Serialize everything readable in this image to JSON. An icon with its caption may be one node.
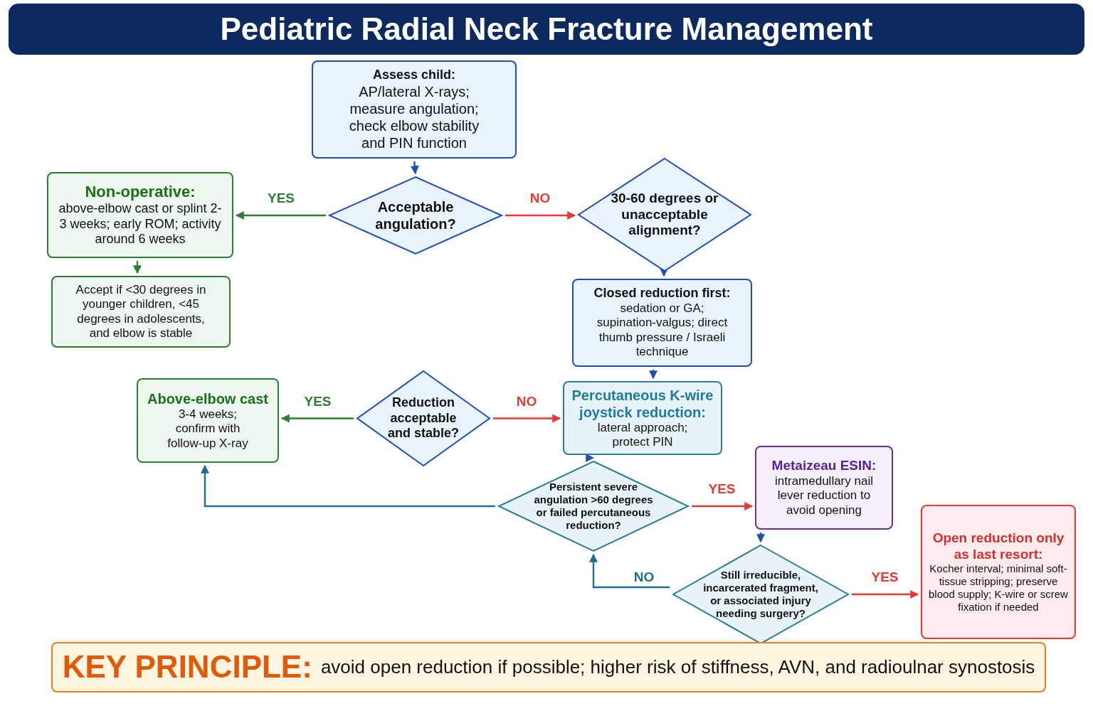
{
  "diagram": {
    "title": "Pediatric Radial Neck Fracture Management",
    "nodes": [
      {
        "text": [
          "Assess child:",
          "AP/lateral X-rays; measure angulation; check elbow stability and PIN function"
        ]
      },
      {
        "text": [
          "Acceptable angulation?"
        ]
      },
      {
        "text": [
          "Non-operative:",
          "above-elbow cast or splint 2-3 weeks; early ROM; activity around 6 weeks"
        ]
      },
      {
        "text": [
          "Accept if <30 degrees in younger children, <45 degrees in adolescents, and elbow is stable"
        ]
      },
      {
        "text": [
          "30-60 degrees or unacceptable alignment?"
        ]
      },
      {
        "text": [
          "Closed reduction first:",
          "sedation or GA; supination-valgus; direct thumb pressure / Israeli technique"
        ]
      },
      {
        "text": [
          "Reduction acceptable and stable?"
        ]
      },
      {
        "text": [
          "Above-elbow cast",
          "3-4 weeks; confirm with follow-up X-ray"
        ]
      },
      {
        "text": [
          "Percutaneous K-wire joystick reduction:",
          "lateral approach; protect PIN"
        ]
      },
      {
        "text": [
          "Persistent severe angulation >60 degrees or failed percutaneous reduction?"
        ]
      },
      {
        "text": [
          "Metaizeau ESIN:",
          "intramedullary nail lever reduction to avoid opening"
        ]
      },
      {
        "text": [
          "Still irreducible, incarcerated fragment, or associated injury needing surgery?"
        ]
      },
      {
        "text": [
          "Open reduction only as last resort:",
          "Kocher interval; minimal soft-tissue stripping; preserve blood supply; K-wire or screw fixation if needed"
        ]
      },
      {
        "text": [
          "KEY PRINCIPLE:",
          "avoid open reduction if possible; higher risk of stiffness, AVN, and radioulnar synostosis"
        ]
      }
    ],
    "edges": [
      {
        "from": 0,
        "to": 1,
        "arrow": "to"
      },
      {
        "from": 1,
        "to": 2,
        "arrow": "to",
        "label": "YES",
        "color": "#2e7d32"
      },
      {
        "from": 1,
        "to": 4,
        "arrow": "to",
        "label": "NO",
        "color": "#e53935"
      },
      {
        "from": 2,
        "to": 3,
        "arrow": "to",
        "color": "#2e7d32"
      },
      {
        "from": 4,
        "to": 5,
        "arrow": "to"
      },
      {
        "from": 5,
        "to": 8,
        "arrow": "to"
      },
      {
        "from": 6,
        "to": 7,
        "arrow": "to",
        "label": "YES",
        "color": "#2e7d32"
      },
      {
        "from": 6,
        "to": 8,
        "arrow": "to",
        "label": "NO",
        "color": "#e53935"
      },
      {
        "from": 8,
        "to": 9,
        "arrow": "to"
      },
      {
        "from": 9,
        "to": 7,
        "arrow": "to",
        "color": "#1f6f8b"
      },
      {
        "from": 9,
        "to": 10,
        "arrow": "to",
        "label": "YES",
        "color": "#e53935"
      },
      {
        "from": 10,
        "to": 11,
        "arrow": "to"
      },
      {
        "from": 11,
        "to": 9,
        "arrow": "to",
        "label": "NO",
        "color": "#1f6f8b"
      },
      {
        "from": 11,
        "to": 12,
        "arrow": "to",
        "label": "YES",
        "color": "#e53935"
      }
    ]
  }
}
